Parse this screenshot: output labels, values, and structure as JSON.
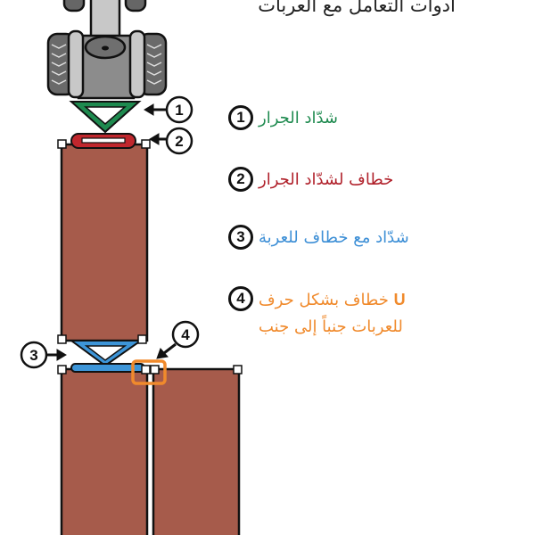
{
  "title": "أدوات التعامل مع العربات",
  "colors": {
    "wagon": "#a65b4b",
    "drawbar": "#1e8a4f",
    "hook": "#c0272d",
    "hitch": "#3d95d8",
    "u_hook": "#f08a2c",
    "tractor_body": "#8c8c8c"
  },
  "callouts": [
    "1",
    "2",
    "3",
    "4"
  ],
  "legend": [
    {
      "number": "1",
      "text": "شدّاد الجرار",
      "color": "#1e8a4f"
    },
    {
      "number": "2",
      "text": "خطاف لشدّاد الجرار",
      "color": "#b0202a"
    },
    {
      "number": "3",
      "text": "شدّاد مع خطاف للعربة",
      "color": "#3d8fd6"
    },
    {
      "number": "4",
      "text": "خطاف بشكل حرف",
      "letter": "U",
      "text2": "للعربات جنباً إلى جنب",
      "color": "#f08a2c"
    }
  ]
}
